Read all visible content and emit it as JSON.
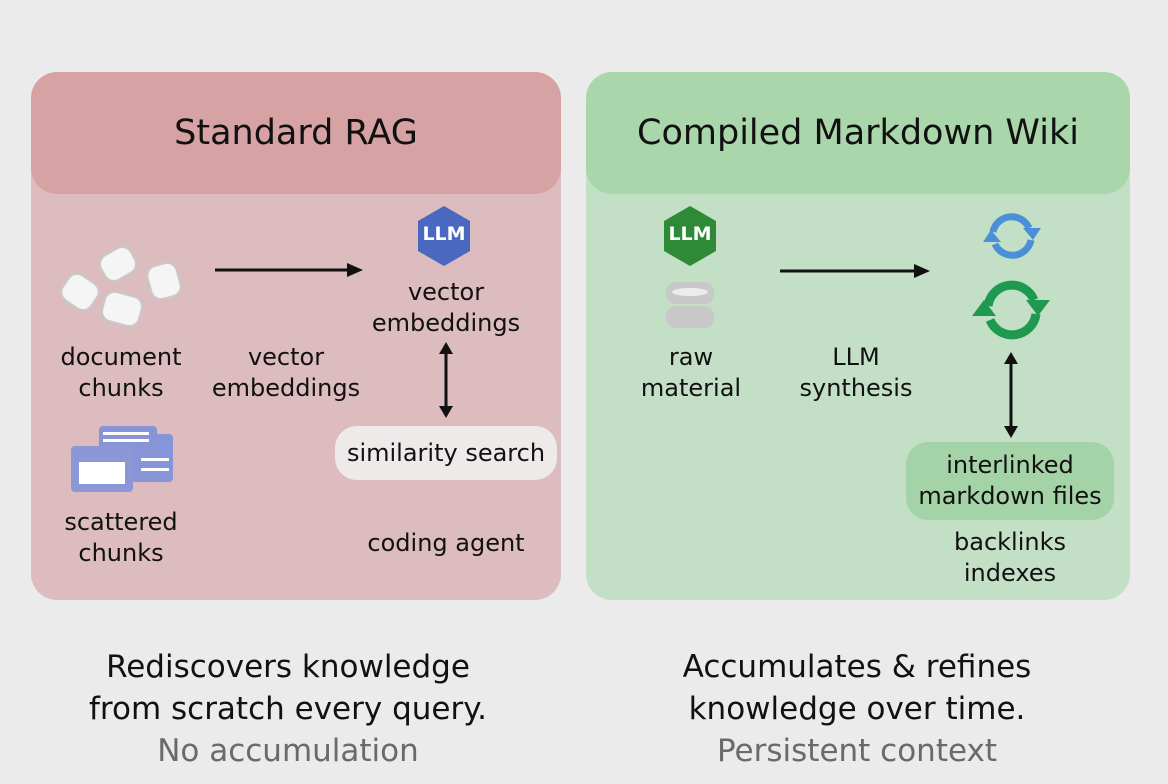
{
  "left": {
    "title": "Standard RAG",
    "llm_badge": "LLM",
    "document_chunks": [
      "document",
      "chunks"
    ],
    "arrow_label": [
      "vector",
      "embeddings"
    ],
    "vector_embeddings": [
      "vector",
      "embeddings"
    ],
    "scattered_chunks": [
      "scattered",
      "chunks"
    ],
    "similarity_search": "similarity search",
    "coding_agent": "coding agent",
    "caption": [
      "Rediscovers knowledge",
      "from scratch every query."
    ],
    "subcaption": "No accumulation",
    "colors": {
      "panel": "#dcbcbe",
      "header": "#d6a2a4",
      "llm_badge": "#4a68c0"
    }
  },
  "right": {
    "title": "Compiled Markdown Wiki",
    "llm_badge": "LLM",
    "raw_material": [
      "raw",
      "material"
    ],
    "arrow_label": [
      "LLM",
      "synthesis"
    ],
    "interlinked": [
      "interlinked",
      "markdown files"
    ],
    "backlinks": [
      "backlinks",
      "indexes"
    ],
    "caption": [
      "Accumulates & refines",
      "knowledge over time."
    ],
    "subcaption": "Persistent context",
    "colors": {
      "panel": "#c3dfc6",
      "header": "#a9d6ab",
      "llm_badge": "#2e8a36",
      "sync_blue": "#4a90d9",
      "sync_green": "#1f9950"
    }
  }
}
